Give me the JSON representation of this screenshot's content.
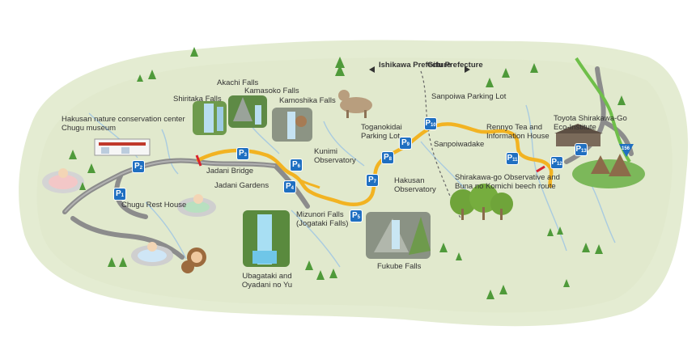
{
  "prefectures": {
    "left": "Ishikawa Prefecture",
    "right": "Gifu Prefecture"
  },
  "parking": {
    "p1": "1",
    "p2": "2",
    "p3": "3",
    "p4": "4",
    "p5": "5",
    "p6": "6",
    "p7": "7",
    "p8": "8",
    "p9": "9",
    "p10": "10",
    "p11": "11",
    "p12": "12",
    "p13": "13"
  },
  "route_number": "156",
  "places": {
    "hakusan_center": "Hakusan nature conservation center\nChugu museum",
    "chugu_rest_house": "Chugu Rest House",
    "akachi_falls": "Akachi Falls",
    "kamasoko_falls": "Kamasoko Falls",
    "shiritaka_falls": "Shiritaka Falls",
    "kamoshika_falls": "Kamoshika Falls",
    "jadani_bridge": "Jadani Bridge",
    "jadani_gardens": "Jadani Gardens",
    "kunimi_observatory": "Kunimi\nObservatory",
    "toganokidai_parking": "Toganokidai\nParking Lot",
    "hakusan_observatory": "Hakusan\nObservatory",
    "mizunori_falls": "Mizunori Falls\n(Jogataki Falls)",
    "ubagataki": "Ubagataki and\nOyadani no Yu",
    "fukube_falls": "Fukube Falls",
    "sanpoiwa_parking": "Sanpoiwa Parking Lot",
    "sanpoiwadake": "Sanpoiwadake",
    "rennyo_tea": "Rennyo Tea and\nInformation House",
    "shirakawago_observative": "Shirakawa-go Observative and\nBuna no Komichi beech route",
    "toyota_eco": "Toyota Shirakawa-Go\nEco-Institute"
  },
  "colors": {
    "land": "#e6eed6",
    "road_gray": "#8a8a8a",
    "skyline": "#f0b400",
    "parking": "#1f6fc1",
    "river": "#7fb2d6"
  }
}
